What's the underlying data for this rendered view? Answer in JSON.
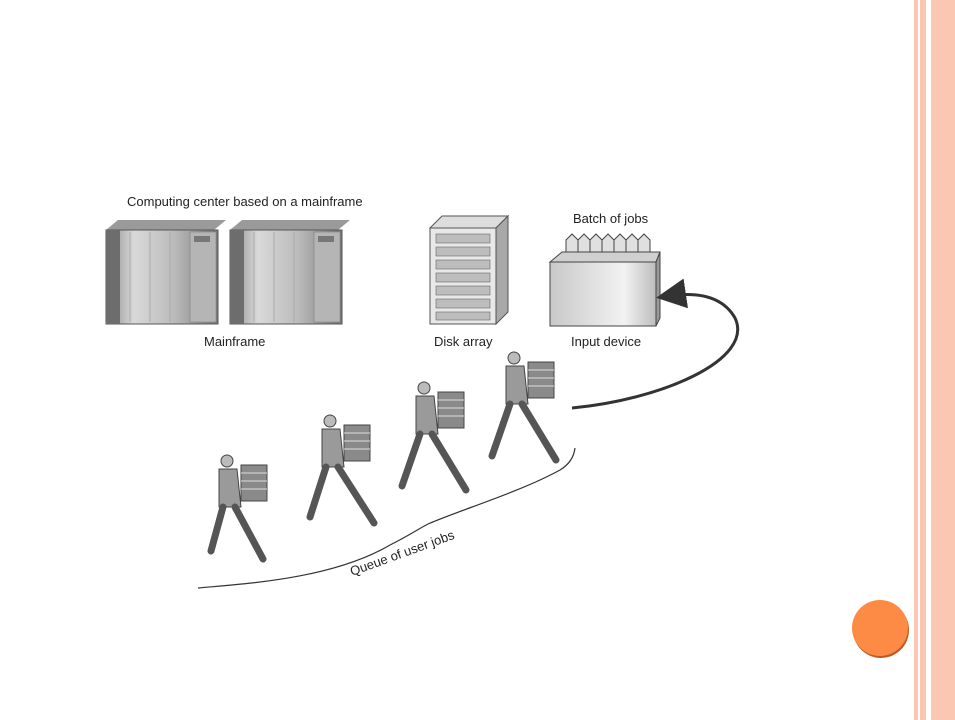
{
  "diagram": {
    "title": "Computing center based on a mainframe",
    "mainframe_label": "Mainframe",
    "disk_array_label": "Disk array",
    "batch_label": "Batch of jobs",
    "input_device_label": "Input device",
    "queue_label": "Queue of user jobs"
  },
  "colors": {
    "accent_circle": "#fd8a45",
    "border_stripe": "#fbc7b2"
  }
}
